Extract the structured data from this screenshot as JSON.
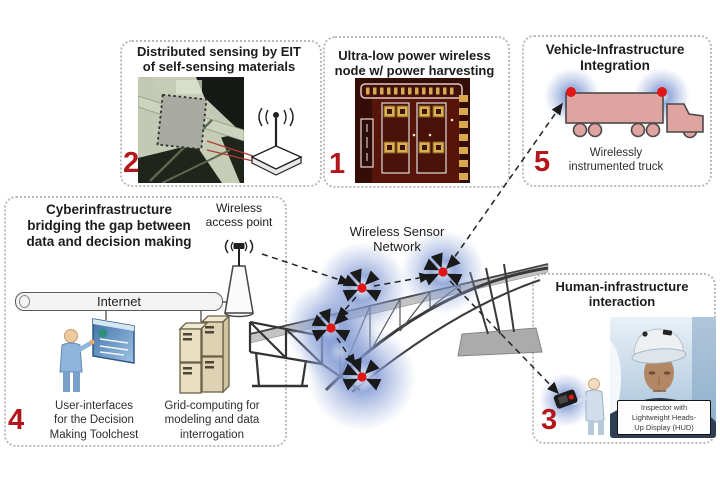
{
  "boxes": {
    "node": {
      "number": "1",
      "title": "Ultra-low power wireless\nnode w/ power harvesting"
    },
    "eit": {
      "number": "2",
      "title": "Distributed sensing by EIT\nof self-sensing materials"
    },
    "human": {
      "number": "3",
      "title": "Human-infrastructure\ninteraction",
      "photo_caption": "Inspector with\nLightweight Heads-\nUp Display (HUD)"
    },
    "cyber": {
      "number": "4",
      "title": "Cyberinfrastructure\nbridging the gap between\ndata and decision making",
      "internet": "Internet",
      "ui_caption": "User-interfaces\nfor the Decision\nMaking Toolchest",
      "grid_caption": "Grid-computing for\nmodeling and data\ninterrogation"
    },
    "vehicle": {
      "number": "5",
      "title": "Vehicle-Infrastructure\nIntegration",
      "caption": "Wirelessly\ninstrumented truck"
    }
  },
  "labels": {
    "access_point": "Wireless\naccess point",
    "wsn": "Wireless Sensor\nNetwork"
  },
  "colors": {
    "number_red": "#b3161b",
    "sensor_red": "#e11717",
    "glow_blue": "#7e97d2",
    "truck_pink": "#dfa49f",
    "box_border": "#b8b8b8"
  }
}
